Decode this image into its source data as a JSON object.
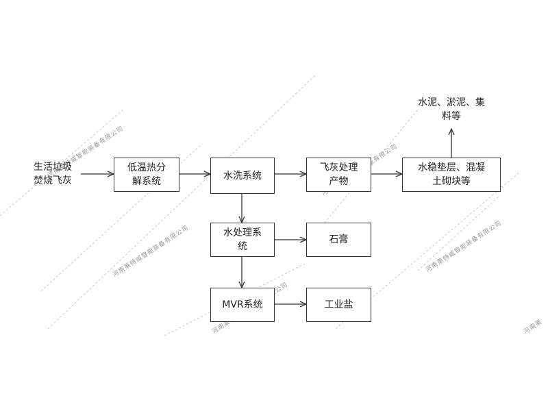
{
  "nodes": {
    "msw_fly_ash": {
      "line1": "生活垃圾",
      "line2": "焚烧飞灰"
    },
    "pyrolysis": {
      "line1": "低温热分",
      "line2": "解系统"
    },
    "washing": {
      "line1": "水洗系统"
    },
    "fly_ash_product": {
      "line1": "飞灰处理",
      "line2": "产物"
    },
    "applications": {
      "line1": "水稳垫层、混凝",
      "line2": "土砌块等"
    },
    "cement_output": {
      "line1": "水泥、淤泥、集",
      "line2": "料等"
    },
    "water_treatment": {
      "line1": "水处理系",
      "line2": "统"
    },
    "gypsum": {
      "line1": "石膏"
    },
    "mvr": {
      "line1": "MVR系统"
    },
    "industrial_salt": {
      "line1": "工业盐"
    }
  },
  "watermark": {
    "text": "河南莱特威智能装备有限公司"
  },
  "colors": {
    "line": "#333333",
    "watermark": "#9a9a9a"
  }
}
